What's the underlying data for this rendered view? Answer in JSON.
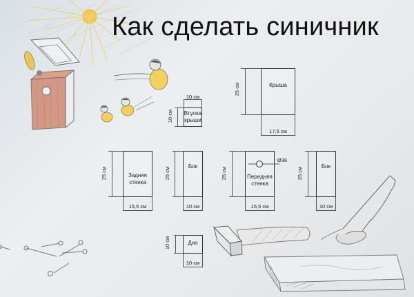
{
  "title": "Как сделать синичник",
  "parts": {
    "roof": {
      "label": "Крыша",
      "height": "25 см",
      "width": "17,5 см"
    },
    "roof_sleeve": {
      "label_line1": "Втулка",
      "label_line2": "крыши",
      "height": "10 см",
      "width": "10 см"
    },
    "back_wall": {
      "label_line1": "Задняя",
      "label_line2": "стенка",
      "height": "25 см",
      "width": "15,5 см"
    },
    "side_left": {
      "label": "Бок",
      "height": "25 см",
      "width": "10 см"
    },
    "front_wall": {
      "label_line1": "Передняя",
      "label_line2": "стенка",
      "height": "25 см",
      "width": "15,5 см",
      "hole": "Ø36"
    },
    "side_right": {
      "label": "Бок",
      "height": "25 см",
      "width": "10 см"
    },
    "bottom": {
      "label": "Дно",
      "height": "10 см",
      "width": "10 см"
    }
  },
  "illustrations": {
    "sun": "sun-drawing",
    "birdhouse": "birdhouse-drawing",
    "birds": "titmice-drawing",
    "nails": "nails-drawing",
    "hammer": "hammer-drawing",
    "saw": "saw-drawing",
    "board": "wooden-board-drawing"
  },
  "colors": {
    "sun": "#f2c744",
    "wood": "#c9826b",
    "bird_yellow": "#f0cf55",
    "pencil": "#555555",
    "sky": "#c9d8e4"
  }
}
